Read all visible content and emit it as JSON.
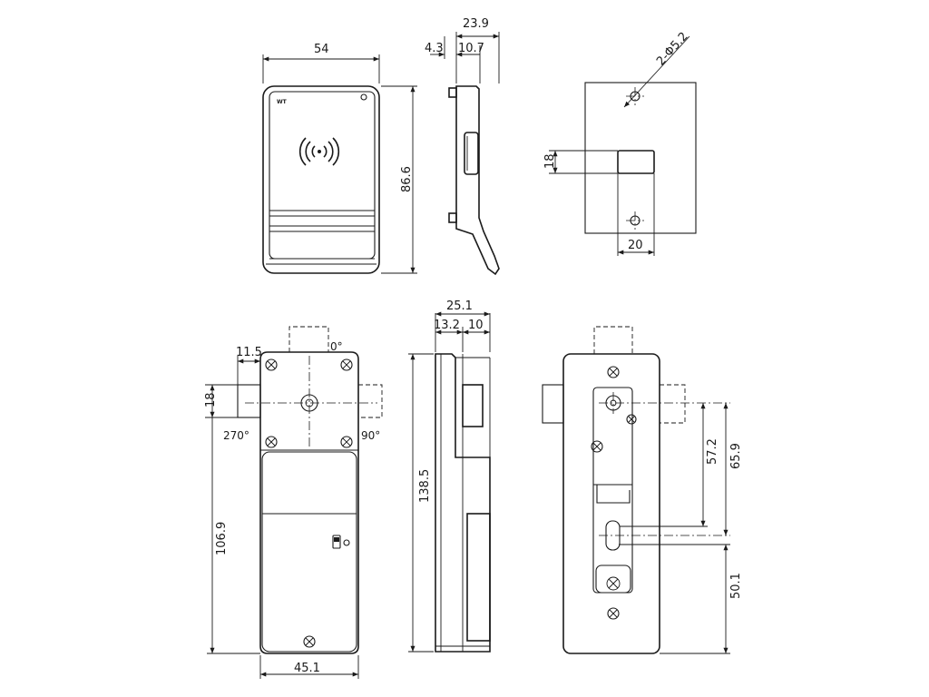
{
  "front_view": {
    "logo_text": "WT",
    "dim_width": "54",
    "dim_height": "86.6"
  },
  "side_view_top": {
    "dim_overall": "23.9",
    "dim_left": "4.3",
    "dim_right": "10.7"
  },
  "cutout_view": {
    "dim_holes": "2-Φ5.2",
    "dim_slot_height": "18",
    "dim_slot_width": "20"
  },
  "back_view": {
    "dim_bolt_offset": "11.5",
    "dim_bolt_height": "18",
    "dim_height": "106.9",
    "dim_width": "45.1",
    "angle_top": "0°",
    "angle_left": "270°",
    "angle_right": "90°"
  },
  "side_view_bottom": {
    "dim_overall": "25.1",
    "dim_left": "13.2",
    "dim_right": "10",
    "dim_height": "138.5"
  },
  "plate_view": {
    "dim_a": "57.2",
    "dim_b": "65.9",
    "dim_c": "50.1"
  },
  "colors": {
    "line": "#1a1a1a",
    "background": "#ffffff"
  }
}
